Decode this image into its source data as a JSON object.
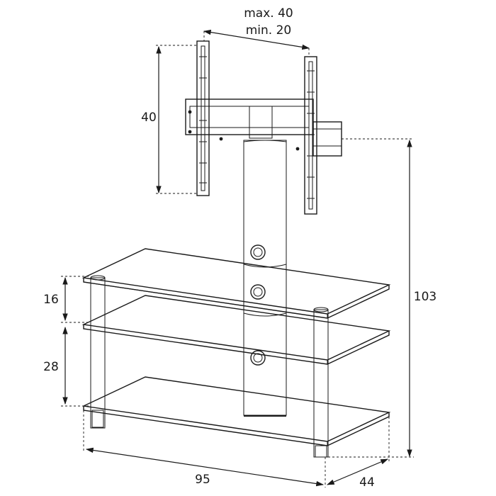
{
  "dimensions": {
    "bracket_width_max": "max. 40",
    "bracket_width_min": "min. 20",
    "bracket_height": "40",
    "total_height": "103",
    "top_gap": "16",
    "middle_gap": "28",
    "width": "95",
    "depth": "44"
  },
  "colors": {
    "line": "#1a1a1a",
    "column": "#c8c8c8",
    "column_shade": "#8f8f8f",
    "leg": "#d0d0d0"
  }
}
